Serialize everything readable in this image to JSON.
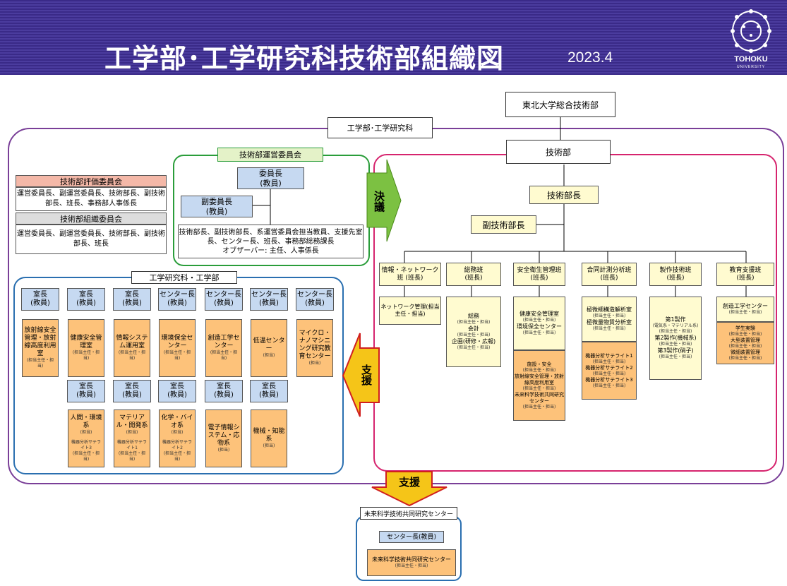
{
  "header": {
    "title": "工学部･工学研究科技術部組織図",
    "date": "2023.4",
    "logo_text": "TOHOKU",
    "logo_sub": "UNIVERSITY",
    "logo_icon": "tohoku-university-emblem"
  },
  "top": {
    "sogo": "東北大学総合技術部",
    "kougakubu": "工学部･工学研究科",
    "gijutsubu": "技術部"
  },
  "eval": {
    "title": "技術部評価委員会",
    "members": "運営委員長、副運営委員長、技術部長、副技術部長、班長、事務部人事係長",
    "org_title": "技術部組織委員会",
    "org_members": "運営委員長、副運営委員長、技術部長、副技術部長、班長"
  },
  "unei": {
    "title": "技術部運営委員会",
    "chair": "委員長",
    "chair_role": "(教員)",
    "vice": "副委員長",
    "vice_role": "(教員)",
    "members": "技術部長、副技術部長、系運営委員会担当教員、支援先室長、センター長、班長、事務部総務課長",
    "observer": "オブザーバー: 主任、人事係長"
  },
  "arrows": {
    "ketsugi": "決議",
    "shien_left": "支援",
    "shien_down": "支援"
  },
  "tech": {
    "head": "技術部長",
    "vice": "副技術部長",
    "groups": [
      {
        "name": "情報・ネットワーク班 (班長)",
        "items": [
          "ネットワーク管理(担当主任・担当)"
        ]
      },
      {
        "name": "総務班\n(班長)",
        "items": [
          "総務",
          "(担当主任・担当)",
          "会計",
          "(担当主任・担当)",
          "企画(研修・広報)",
          "(担当主任・担当)"
        ]
      },
      {
        "name": "安全衛生管理班\n(班長)",
        "items": [
          "健康安全管理室",
          "(担当主任・担当)",
          "環境保全センター",
          "(担当主任・担当)"
        ],
        "items2": [
          "施設・安全",
          "(担当主任・担当)",
          "放射線安全管理・放射線高度利用室",
          "(担当主任・担当)",
          "未来科学技術共同研究センター",
          "(担当主任・担当)"
        ]
      },
      {
        "name": "合同計測分析班\n(班長)",
        "items": [
          "極微細構造解析室",
          "(担当主任・担当)",
          "極微量物質分析室",
          "(担当主任・担当)"
        ],
        "items2": [
          "機器分析サテライト1",
          "(担当主任・担当)",
          "機器分析サテライト2",
          "(担当主任・担当)",
          "機器分析サテライト3",
          "(担当主任・担当)"
        ]
      },
      {
        "name": "製作技術班\n(班長)",
        "items": [
          "第1製作",
          "(電気系・マテリアル系)",
          "(担当主任・担当)",
          "第2製作(機械系)",
          "(担当主任・担当)",
          "第3製作(硝子)",
          "(担当主任・担当)"
        ]
      },
      {
        "name": "教育支援班\n(班長)",
        "items": [
          "創造工学センター",
          "(担当主任・担当)"
        ],
        "items2": [
          "学生実験",
          "(担当主任・担当)",
          "大型装置管理",
          "(担当主任・担当)",
          "微細装置管理",
          "(担当主任・担当)"
        ]
      }
    ]
  },
  "depts": {
    "title": "工学研究科・工学部",
    "row1": [
      {
        "head": "室長",
        "role": "(教員)",
        "name": "放射線安全管理・放射線高度利用室",
        "sub": "(担当主任・担当)"
      },
      {
        "head": "室長",
        "role": "(教員)",
        "name": "健康安全管理室",
        "sub": "(担当主任・担当)"
      },
      {
        "head": "室長",
        "role": "(教員)",
        "name": "情報システム運用室",
        "sub": "(担当主任・担当)"
      },
      {
        "head": "センター長",
        "role": "(教員)",
        "name": "環境保全センター",
        "sub": "(担当主任・担当)"
      },
      {
        "head": "センター長",
        "role": "(教員)",
        "name": "創造工学センター",
        "sub": "(担当主任・担当)"
      },
      {
        "head": "センター長",
        "role": "(教員)",
        "name": "低温センター",
        "sub": "(担当)"
      },
      {
        "head": "センター長",
        "role": "(教員)",
        "name": "マイクロ・ナノマシニング研究教育センター",
        "sub": "(担当)"
      }
    ],
    "row2": [
      {
        "head": "室長",
        "role": "(教員)",
        "name": "人間・環境系",
        "sub": "(担当)",
        "extra": "機器分析サテライト3",
        "extra_sub": "(担当主任・担当)"
      },
      {
        "head": "室長",
        "role": "(教員)",
        "name": "マテリアル・開発系",
        "sub": "(担当)",
        "extra": "機器分析サテライト1",
        "extra_sub": "(担当主任・担当)"
      },
      {
        "head": "室長",
        "role": "(教員)",
        "name": "化学・バイオ系",
        "sub": "(担当)",
        "extra": "機器分析サテライト2",
        "extra_sub": "(担当主任・担当)"
      },
      {
        "head": "室長",
        "role": "(教員)",
        "name": "電子情報システム・応物系",
        "sub": "(担当)",
        "extra": "",
        "extra_sub": ""
      },
      {
        "head": "室長",
        "role": "(教員)",
        "name": "機械・知能系",
        "sub": "(担当)",
        "extra": "",
        "extra_sub": ""
      }
    ]
  },
  "mirai": {
    "title": "未来科学技術共同研究センター",
    "head": "センター長(教員)",
    "name": "未来科学技術共同研究センター",
    "sub": "(担当主任・担当)"
  },
  "colors": {
    "header": "#3a2a88",
    "purple_frame": "#7a3f98",
    "pink_frame": "#d6246e",
    "green_frame": "#2a9d3a",
    "blue_frame": "#2a6fb0",
    "blue_box": "#c6d9f1",
    "cream_box": "#fffbd0",
    "orange_box": "#fdc27a",
    "eval_box": "#f4b8a8",
    "green_label": "#e4f2c8",
    "arrow_green": "#7cc142",
    "arrow_yellow": "#f5c518",
    "arrow_red": "#d01f1f"
  }
}
